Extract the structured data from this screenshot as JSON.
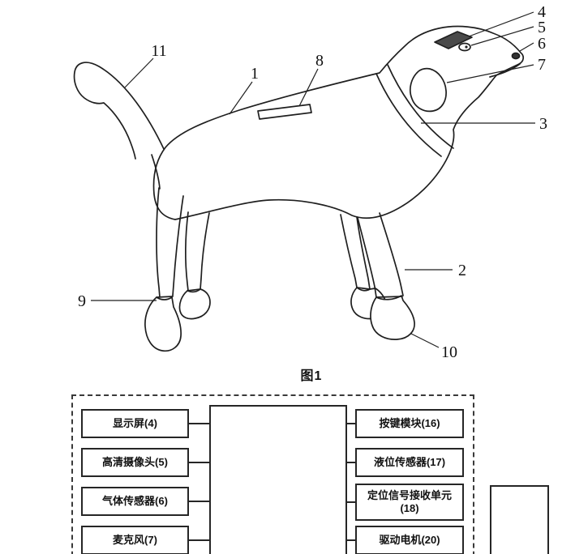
{
  "figure": {
    "caption": "图1"
  },
  "dog_labels": {
    "n1": "1",
    "n2": "2",
    "n3": "3",
    "n4": "4",
    "n5": "5",
    "n6": "6",
    "n7": "7",
    "n8": "8",
    "n9": "9",
    "n10": "10",
    "n11": "11"
  },
  "block_diagram": {
    "left_modules": [
      {
        "label": "显示屏(4)"
      },
      {
        "label": "高清摄像头(5)"
      },
      {
        "label": "气体传感器(6)"
      },
      {
        "label": "麦克风(7)"
      }
    ],
    "right_modules": [
      {
        "label": "按键模块(16)"
      },
      {
        "label": "液位传感器(17)"
      },
      {
        "label": "定位信号接收单元(18)"
      },
      {
        "label": "驱动电机(20)"
      }
    ]
  },
  "colors": {
    "ink": "#1f1f1f",
    "patch_fill": "#4a4a4a",
    "background": "#ffffff"
  }
}
